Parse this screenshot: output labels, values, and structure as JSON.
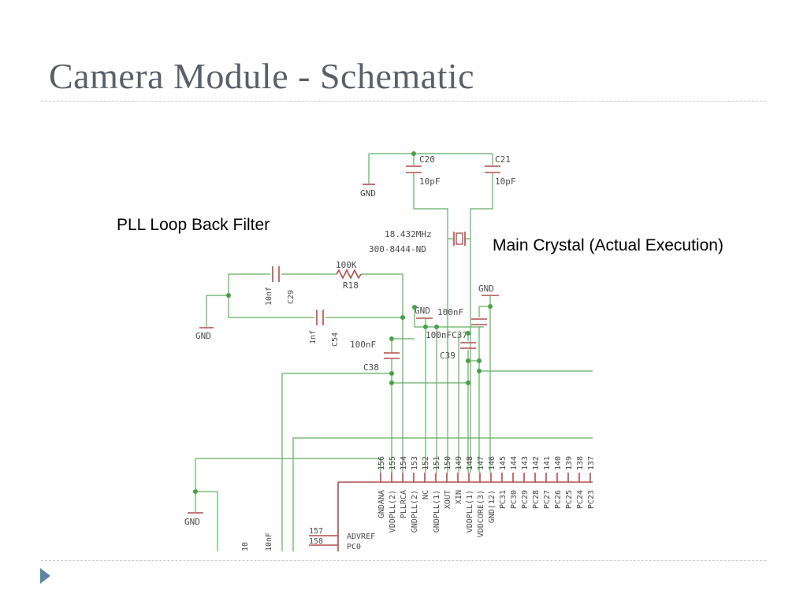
{
  "slide": {
    "title": "Camera Module - Schematic",
    "callout_left": "PLL Loop Back Filter",
    "callout_right": "Main Crystal (Actual Execution)"
  },
  "schematic": {
    "gnd": "GND",
    "c20": {
      "ref": "C20",
      "value": "10pF"
    },
    "c21": {
      "ref": "C21",
      "value": "10pF"
    },
    "crystal": {
      "freq": "18.432MHz",
      "part": "300-8444-ND"
    },
    "r18": {
      "ref": "R18",
      "value": "100K"
    },
    "c29": {
      "ref": "C29",
      "value": "10nf"
    },
    "c54": {
      "ref": "C54",
      "value": "1nf"
    },
    "c38": {
      "ref": "C38",
      "value": "100nF"
    },
    "c39": {
      "ref": "C39",
      "value": "100nF"
    },
    "c37": {
      "ref": "C37",
      "value": "100nF"
    },
    "c37_overlap": "100nFC37",
    "left_partial_1": "10",
    "left_partial_2": "10nF",
    "pin_numbers": [
      "156",
      "155",
      "154",
      "153",
      "152",
      "151",
      "150",
      "149",
      "148",
      "147",
      "146",
      "145",
      "144",
      "143",
      "142",
      "141",
      "140",
      "139",
      "138",
      "137"
    ],
    "pin_names": [
      "GNDANA",
      "VDDPLL(2)",
      "PLLRCA",
      "GNDPLL(2)",
      "NC",
      "GNDPLL(1)",
      "XOUT",
      "XIN",
      "VDDPLL(1)",
      "VDDCORE(3)",
      "GND(12)",
      "PC31",
      "PC30",
      "PC29",
      "PC28",
      "PC27",
      "PC26",
      "PC25",
      "PC24",
      "PC23"
    ],
    "side_pins": [
      {
        "num": "157",
        "name": "ADVREF"
      },
      {
        "num": "158",
        "name": "PC0"
      }
    ]
  }
}
